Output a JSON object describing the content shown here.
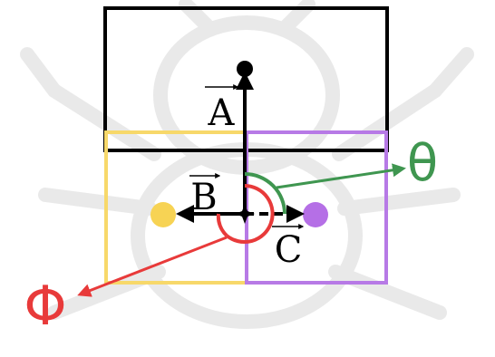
{
  "vectors": {
    "a_label": "A",
    "b_label": "B",
    "c_label": "C"
  },
  "angles": {
    "theta_symbol": "θ",
    "phi_symbol": "Φ"
  },
  "colors": {
    "box_black": "#000000",
    "box_yellow": "#f7d86a",
    "box_purple": "#b77ae6",
    "dot_yellow": "#f7d354",
    "dot_purple": "#b56fe6",
    "theta_green": "#3f9650",
    "phi_red": "#e83a3a",
    "watermark_gray": "#e7e7e7"
  }
}
